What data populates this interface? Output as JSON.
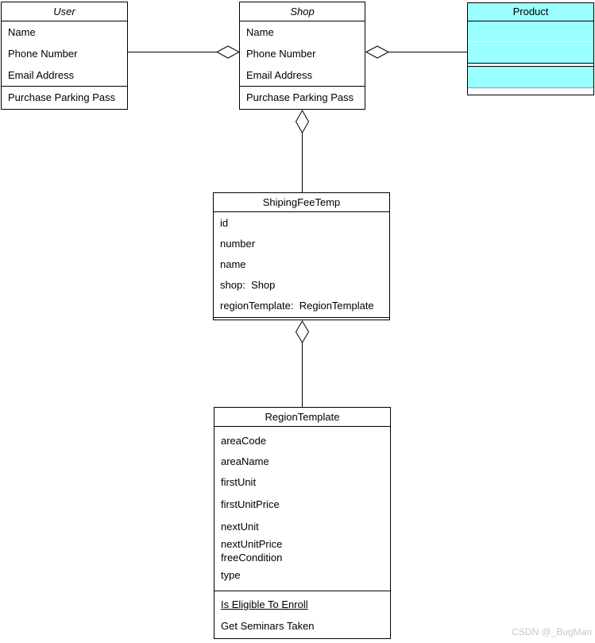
{
  "diagram": {
    "type": "uml-class-diagram",
    "watermark": "CSDN @_BugMan",
    "colors": {
      "stroke": "#000000",
      "text": "#000000",
      "product_fill": "#99ffff",
      "watermark_text": "#c8c8c8",
      "background": "#ffffff"
    },
    "classes": [
      {
        "name": "User",
        "abstract": true,
        "attributes": [
          "Name",
          "Phone Number",
          "Email Address"
        ],
        "methods": [
          "Purchase Parking Pass"
        ]
      },
      {
        "name": "Shop",
        "abstract": true,
        "attributes": [
          "Name",
          "Phone Number",
          "Email Address"
        ],
        "methods": [
          "Purchase Parking Pass"
        ]
      },
      {
        "name": "Product",
        "abstract": false,
        "attributes": [],
        "methods": []
      },
      {
        "name": "ShipingFeeTemp",
        "abstract": false,
        "attributes": [
          "id",
          "number",
          "name",
          "shop:  Shop",
          "regionTemplate:  RegionTemplate"
        ],
        "methods": []
      },
      {
        "name": "RegionTemplate",
        "abstract": false,
        "attributes": [
          "areaCode",
          "areaName",
          "firstUnit",
          "firstUnitPrice",
          "nextUnit",
          "nextUnitPrice",
          "freeCondition",
          "type"
        ],
        "methods": [
          "Is Eligible To Enroll",
          "Get Seminars Taken"
        ]
      }
    ],
    "relationships": [
      {
        "type": "aggregation",
        "from": "User",
        "to": "Shop",
        "diamond_at": "Shop",
        "orientation": "horizontal"
      },
      {
        "type": "aggregation",
        "from": "Product",
        "to": "Shop",
        "diamond_at": "Shop",
        "orientation": "horizontal"
      },
      {
        "type": "aggregation",
        "from": "ShipingFeeTemp",
        "to": "Shop",
        "diamond_at": "Shop",
        "orientation": "vertical"
      },
      {
        "type": "aggregation",
        "from": "RegionTemplate",
        "to": "ShipingFeeTemp",
        "diamond_at": "ShipingFeeTemp",
        "orientation": "vertical"
      }
    ]
  }
}
